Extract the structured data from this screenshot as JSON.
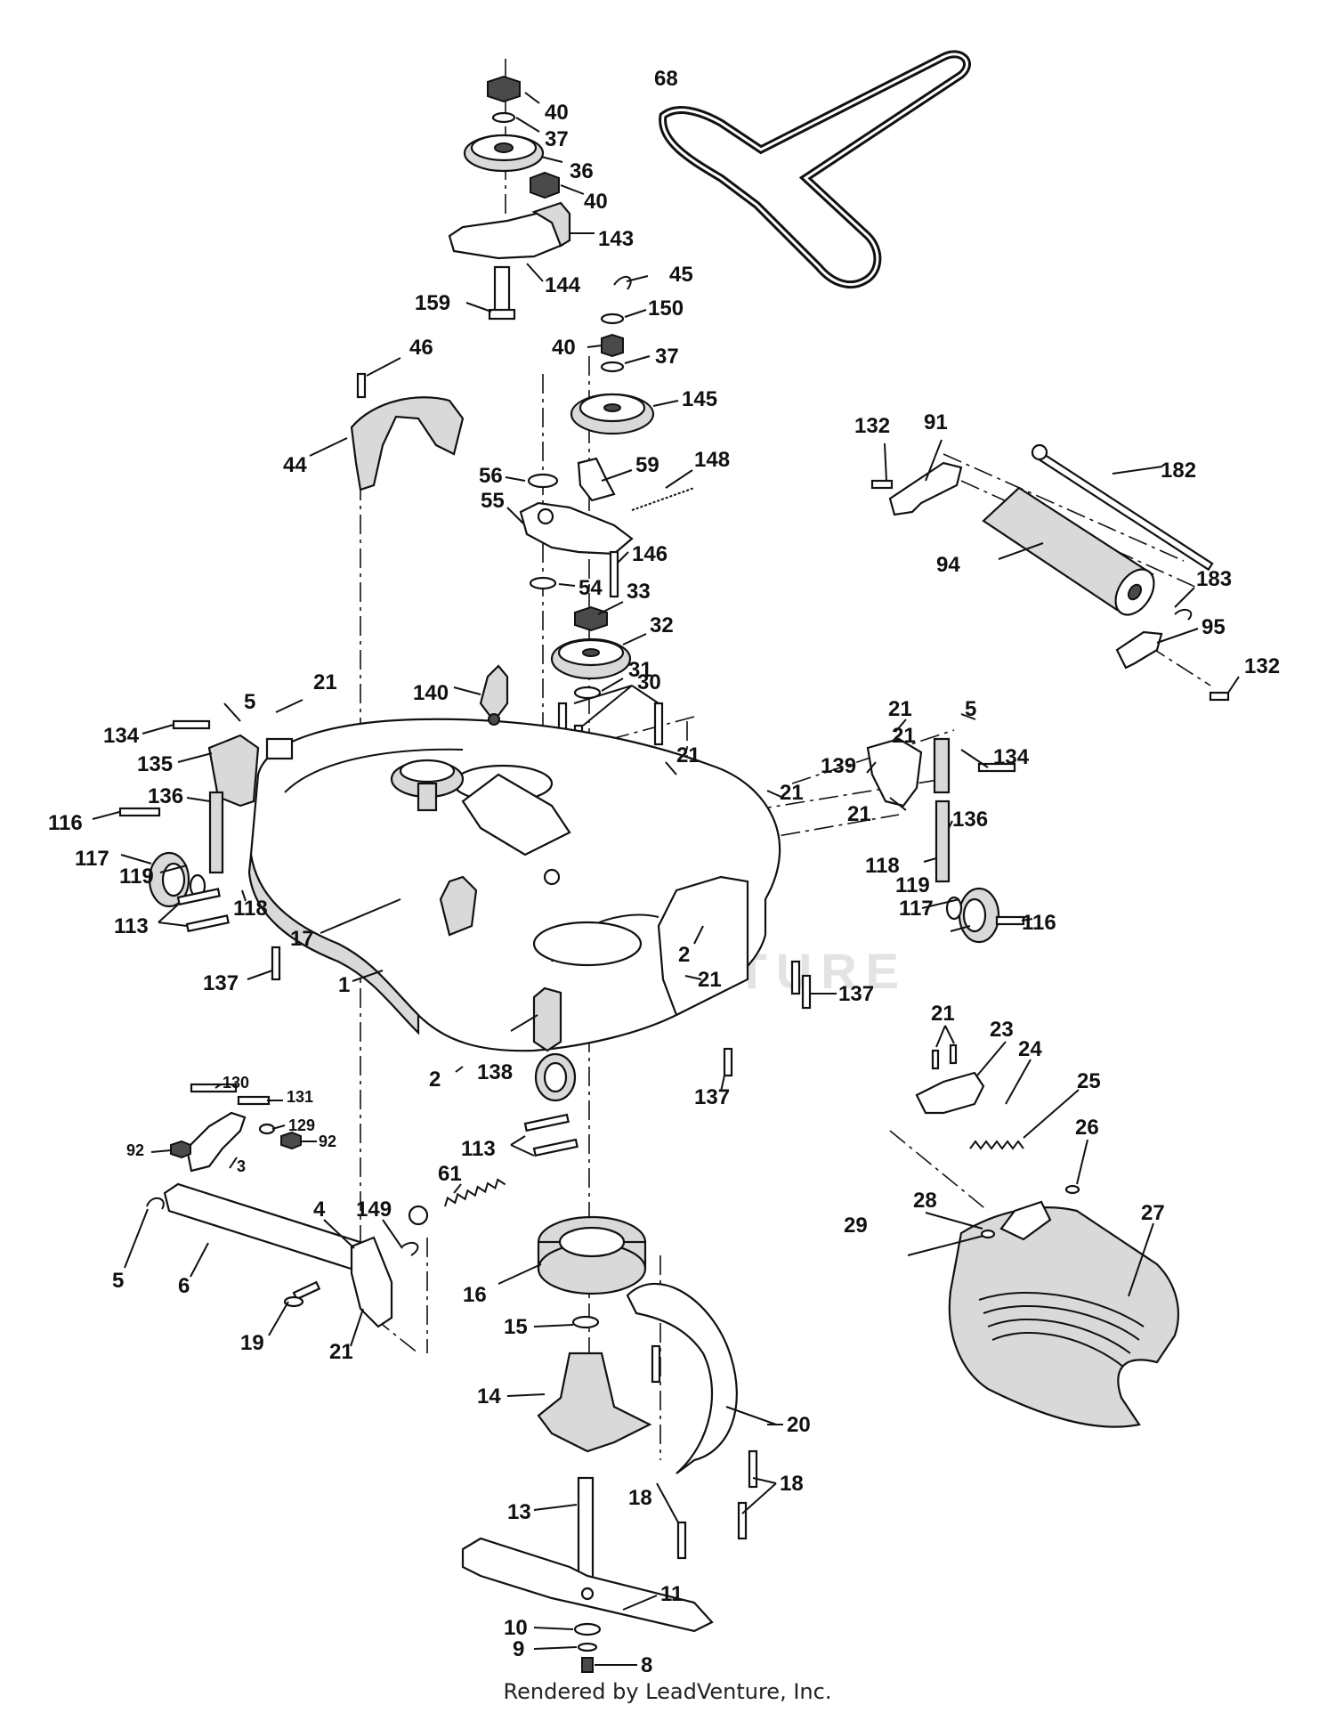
{
  "watermark": "LEADVENTURE",
  "footer": "Rendered by LeadVenture, Inc.",
  "callouts": [
    "68",
    "40",
    "37",
    "36",
    "40",
    "143",
    "144",
    "159",
    "45",
    "150",
    "40",
    "37",
    "145",
    "46",
    "44",
    "56",
    "59",
    "148",
    "55",
    "146",
    "54",
    "33",
    "32",
    "31",
    "30",
    "21",
    "140",
    "5",
    "134",
    "135",
    "136",
    "116",
    "117",
    "119",
    "113",
    "118",
    "17",
    "137",
    "1",
    "21",
    "21",
    "21",
    "2",
    "21",
    "137",
    "138",
    "2",
    "137",
    "113",
    "5",
    "134",
    "139",
    "21",
    "21",
    "136",
    "118",
    "119",
    "117",
    "116",
    "132",
    "91",
    "182",
    "94",
    "183",
    "95",
    "132",
    "21",
    "23",
    "24",
    "25",
    "26",
    "28",
    "29",
    "27",
    "130",
    "131",
    "129",
    "92",
    "92",
    "3",
    "5",
    "6",
    "4",
    "149",
    "61",
    "19",
    "21",
    "16",
    "15",
    "14",
    "20",
    "13",
    "18",
    "18",
    "11",
    "10",
    "9",
    "8"
  ]
}
